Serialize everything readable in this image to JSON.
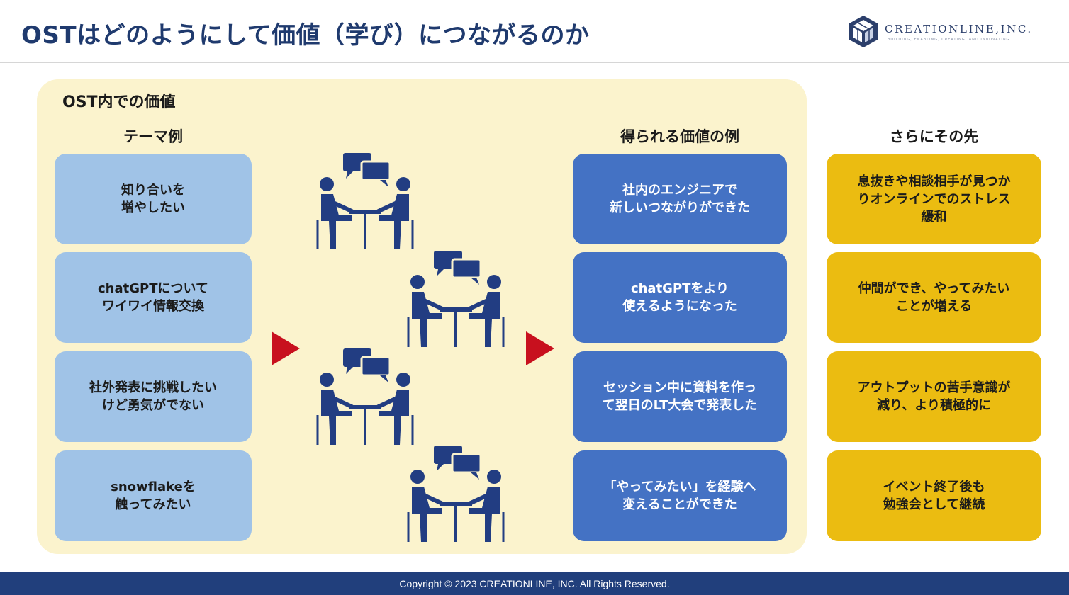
{
  "header": {
    "title": "OSTはどのようにして価値（学び）につながるのか",
    "logo_text": "CREATIONLINE,INC.",
    "logo_tagline": "BUILDING, ENABLING, CREATING, AND INNOVATING"
  },
  "ost_section": {
    "label": "OST内での価値",
    "theme_header": "テーマ例",
    "value_header": "得られる価値の例",
    "themes": [
      "知り合いを\n増やしたい",
      "chatGPTについて\nワイワイ情報交換",
      "社外発表に挑戦したい\nけど勇気がでない",
      "snowflakeを\n触ってみたい"
    ],
    "values": [
      "社内のエンジニアで\n新しいつながりができた",
      "chatGPTをより\n使えるようになった",
      "セッション中に資料を作っ\nて翌日のLT大会で発表した",
      "「やってみたい」を経験へ\n変えることができた"
    ]
  },
  "next_section": {
    "header": "さらにその先",
    "items": [
      "息抜きや相談相手が見つか\nりオンラインでのストレス\n緩和",
      "仲間ができ、やってみたい\nことが増える",
      "アウトプットの苦手意識が\n減り、より積極的に",
      "イベント終了後も\n勉強会として継続"
    ]
  },
  "icons": {
    "arrow": "triangle-arrow-icon",
    "meeting": "two-people-talking-icon",
    "logo": "cube-logo-icon"
  },
  "colors": {
    "title": "#1f3a6e",
    "ost_background": "#fbf3cd",
    "theme_card": "#a0c3e7",
    "value_card": "#4472c4",
    "next_card": "#ebbc11",
    "arrow": "#c8101e",
    "footer": "#213f7c",
    "icon": "#223d82"
  },
  "footer": {
    "copyright": "Copyright © 2023 CREATIONLINE, INC. All Rights Reserved."
  }
}
